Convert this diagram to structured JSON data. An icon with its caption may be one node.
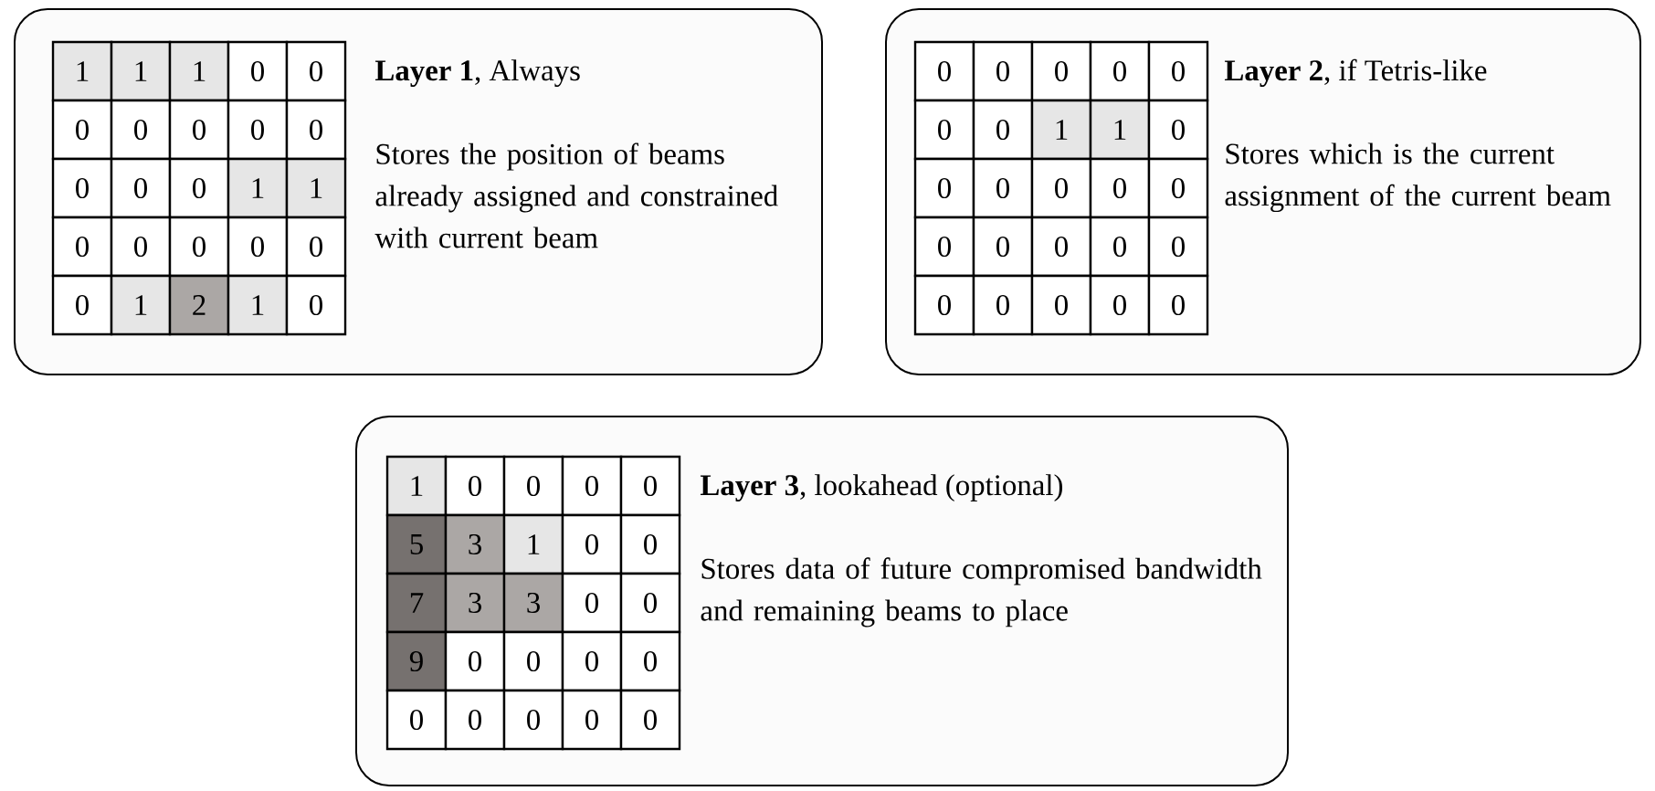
{
  "diagram": {
    "nodes": [
      {
        "text": [
          "**Layer 1**, Always",
          "Stores the position of beams already assigned and constrained with current beam"
        ]
      },
      {
        "text": [
          "**Layer 2**, if Tetris-like",
          "Stores which is the current assignment of the current beam"
        ]
      },
      {
        "text": [
          "**Layer 3**, lookahead (optional)",
          "Stores data of future compromised bandwidth and remaining beams to place"
        ]
      }
    ],
    "labels": [
      "1",
      "1",
      "1",
      "0",
      "0",
      "0",
      "0",
      "0",
      "0",
      "0",
      "0",
      "0",
      "0",
      "1",
      "1",
      "0",
      "0",
      "0",
      "0",
      "0",
      "0",
      "1",
      "2",
      "1",
      "0",
      "0",
      "0",
      "0",
      "0",
      "0",
      "0",
      "0",
      "1",
      "1",
      "0",
      "0",
      "0",
      "0",
      "0",
      "0",
      "0",
      "0",
      "0",
      "0",
      "0",
      "0",
      "0",
      "0",
      "0",
      "0",
      "1",
      "0",
      "0",
      "0",
      "0",
      "5",
      "3",
      "1",
      "0",
      "0",
      "7",
      "3",
      "3",
      "0",
      "0",
      "9",
      "0",
      "0",
      "0",
      "0",
      "0",
      "0",
      "0",
      "0",
      "0"
    ]
  }
}
